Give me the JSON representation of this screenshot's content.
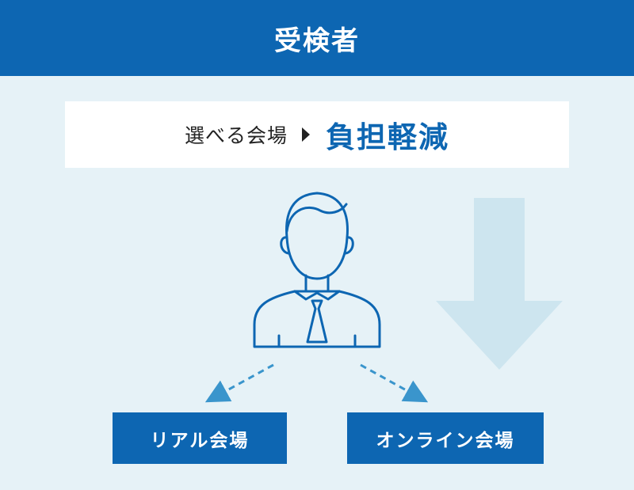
{
  "header": {
    "title": "受検者"
  },
  "callout": {
    "lead": "選べる会場",
    "emphasis": "負担軽減"
  },
  "venues": [
    {
      "label": "リアル会場"
    },
    {
      "label": "オンライン会場"
    }
  ],
  "colors": {
    "brand_blue": "#0d66b2",
    "background": "#e6f2f7",
    "down_arrow": "#cde5ef",
    "dashed_arrow": "#3a95cc"
  },
  "icons": [
    "person-with-tie-icon",
    "down-arrow-icon",
    "dashed-arrow-icon"
  ]
}
